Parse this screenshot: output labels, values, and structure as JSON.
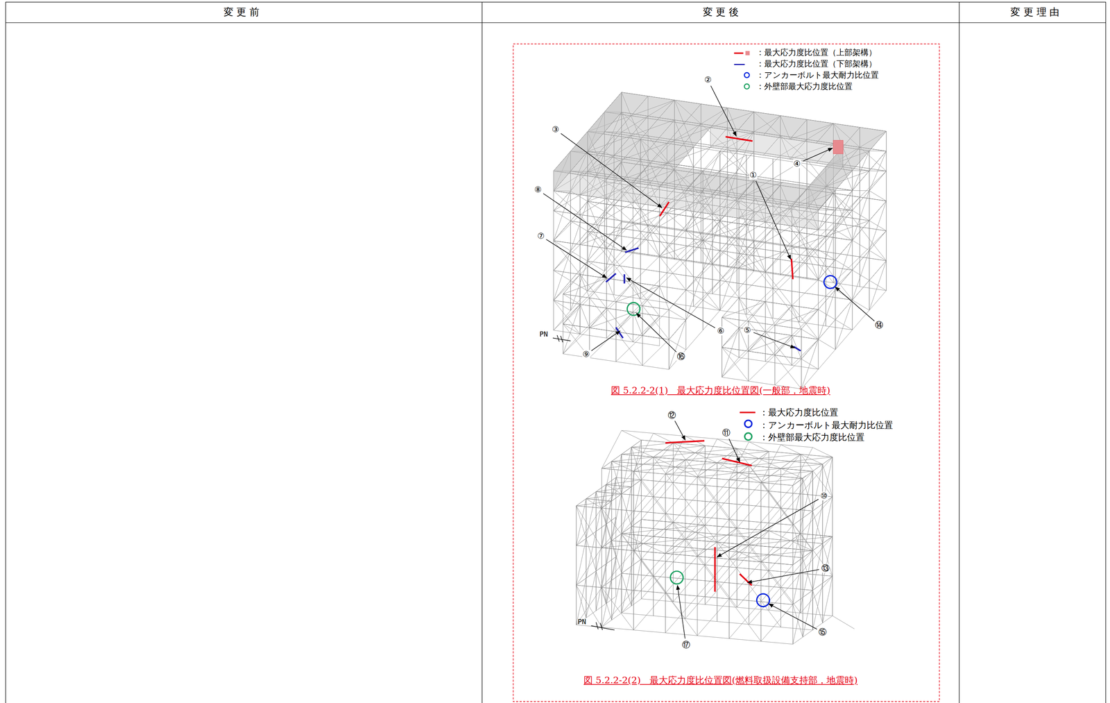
{
  "diagram": {
    "labels": [
      "変 更 前",
      "変 更 後",
      "変 更 理 由",
      "②",
      "③",
      "④",
      "⑧",
      "①",
      "⑦",
      "⑥",
      "⑭",
      "⑤",
      "⑨",
      "⑯",
      "PN",
      "図 5.2.2-2(1)　最大応力度比位置図(一般部，地震時)",
      "⑫",
      "⑪",
      "⑩",
      "⑬",
      "⑮",
      "⑰",
      "PN",
      "図 5.2.2-2(2)　最大応力度比位置図(燃料取扱設備支持部，地震時)"
    ],
    "legend": [
      {
        "text": "：最大応力度比位置（上部架構）"
      },
      {
        "text": "：最大応力度比位置（下部架構）"
      },
      {
        "text": "：アンカーボルト最大耐力比位置"
      },
      {
        "text": "：外壁部最大応力度比位置"
      },
      {
        "text": "：最大応力度比位置"
      },
      {
        "text": "：アンカーボルト最大耐力比位置"
      },
      {
        "text": "：外壁部最大応力度比位置"
      }
    ]
  }
}
